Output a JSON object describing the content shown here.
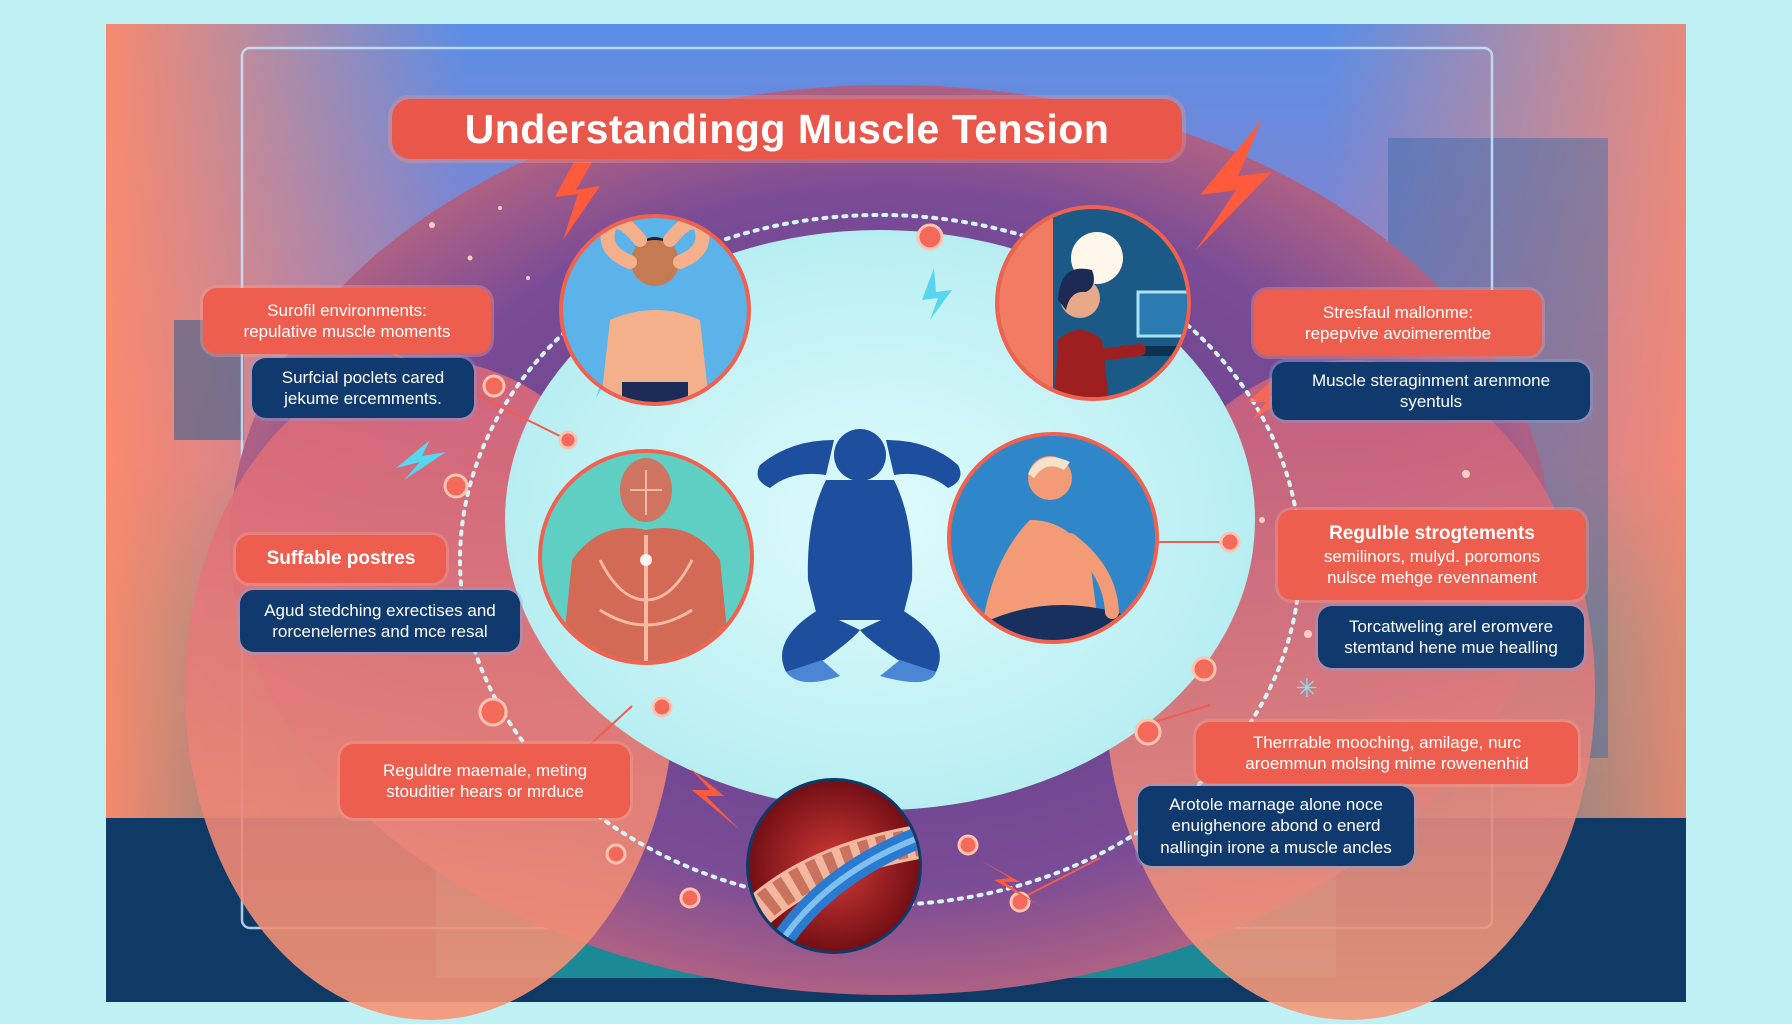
{
  "title": "Understandingg Muscle Tension",
  "colors": {
    "coral": "#ee5e4e",
    "navy": "#103a6e",
    "title_bg": "#e8574a",
    "center_glow": "#c9f3f6",
    "figure_blue": "#1d4f9e"
  },
  "labels": {
    "top_left_coral": [
      "Surofil environments:",
      "repulative muscle moments"
    ],
    "top_left_navy": [
      "Surfcial poclets cared",
      "jekume ercemments."
    ],
    "mid_left_coral": [
      "Suffable postres"
    ],
    "mid_left_navy": [
      "Agud stedching exrectises and",
      "rorcenelernes and mce resal"
    ],
    "low_left_coral": [
      "Reguldre maemale, meting",
      "stouditier hears or mrduce"
    ],
    "top_right_coral": [
      "Stresfaul mallonme:",
      "repepvive avoimeremtbe"
    ],
    "top_right_navy": [
      "Muscle steraginment arenmone",
      "syentuls"
    ],
    "mid_right_coral": [
      "Regulble strogtements",
      "semilinors, mulyd. poromons",
      "nulsce mehge revennament"
    ],
    "mid_right_navy": [
      "Torcatweling arel eromvere",
      "stemtand hene mue healling"
    ],
    "low_right_coral": [
      "Therrrable mooching, amilage, nurc",
      "aroemmun molsing mime rowenenhid"
    ],
    "low_right_navy": [
      "Arotole marnage alone noce",
      "enuighenore abond o enerd",
      "nallingin irone a muscle ancles"
    ]
  },
  "illustrations": [
    "man-stretching-portrait",
    "woman-at-computer-portrait",
    "muscle-anatomy-portrait",
    "man-sitting-stretch-portrait",
    "yoga-figure-silhouette",
    "muscle-fiber-closeup"
  ]
}
